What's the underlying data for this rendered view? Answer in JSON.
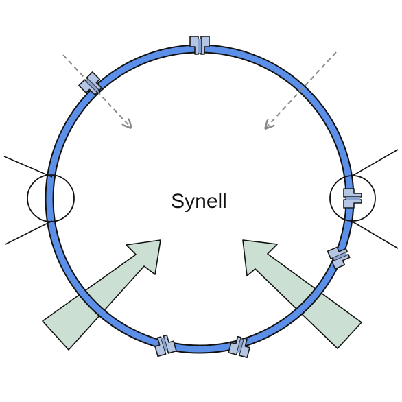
{
  "cell": {
    "label": "Synell"
  },
  "colors": {
    "membrane": "#5b8fe8",
    "outline": "#111111",
    "channel_fill": "#b4c6e4",
    "channel_shade": "#8aa4cf",
    "signal_arrow_fill": "#cbdfd2",
    "dashed_arrow": "#8a8a8a"
  },
  "channels": [
    {
      "name": "top-membrane-channel"
    },
    {
      "name": "upper-left-membrane-channel"
    },
    {
      "name": "right-magnified-channel"
    },
    {
      "name": "lower-right-membrane-channel"
    },
    {
      "name": "bottom-left-membrane-channel"
    },
    {
      "name": "bottom-right-membrane-channel"
    }
  ]
}
